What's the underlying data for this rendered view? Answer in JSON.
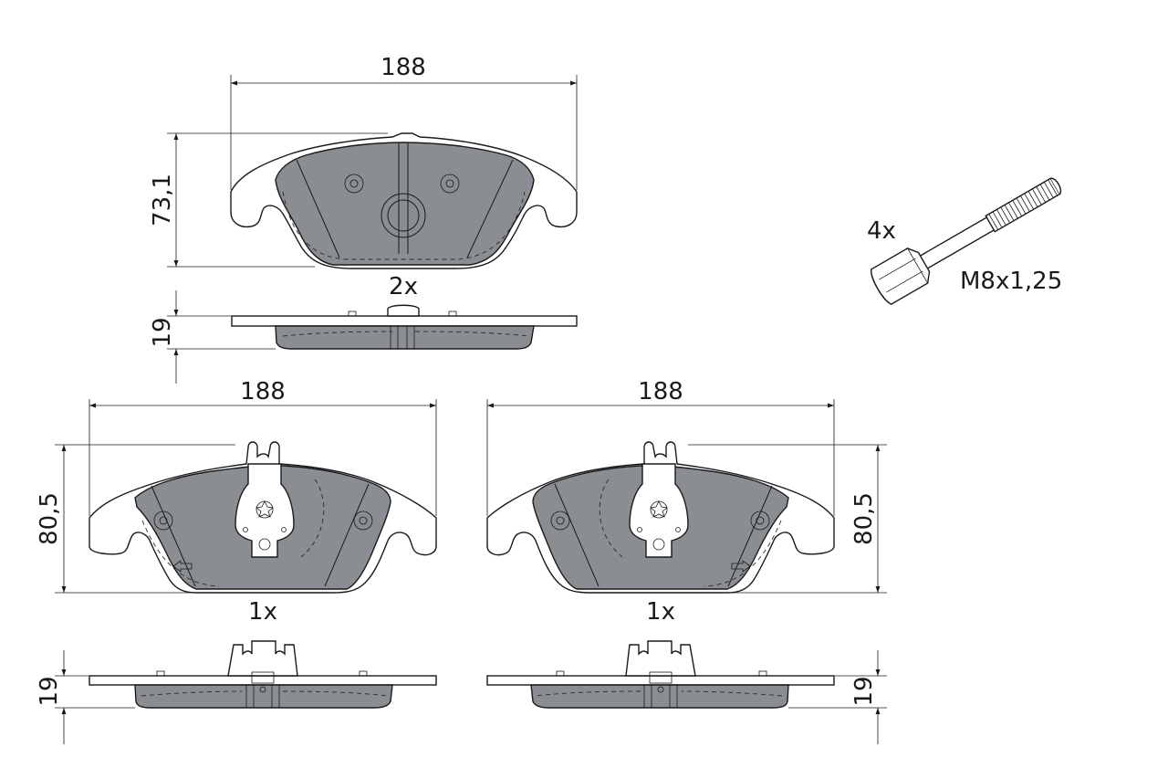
{
  "top_pad": {
    "width_label": "188",
    "height_label": "73,1",
    "qty_label": "2x",
    "thickness_label": "19"
  },
  "bottom_left_pad": {
    "width_label": "188",
    "height_label": "80,5",
    "qty_label": "1x",
    "thickness_label": "19"
  },
  "bottom_right_pad": {
    "width_label": "188",
    "height_label": "80,5",
    "qty_label": "1x",
    "thickness_label": "19"
  },
  "bolt": {
    "qty_label": "4x",
    "size_label": "M8x1,25"
  },
  "colors": {
    "friction_material": "#8a8d92",
    "line": "#1a1a1a"
  }
}
